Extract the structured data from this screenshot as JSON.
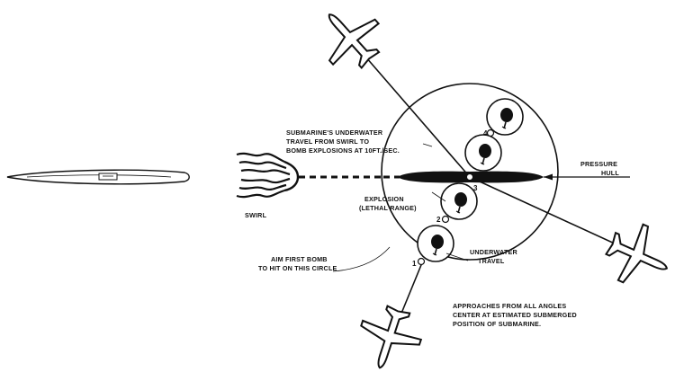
{
  "labels": {
    "travel_1": "SUBMARINE'S UNDERWATER",
    "travel_2": "TRAVEL FROM SWIRL TO",
    "travel_3": "BOMB EXPLOSIONS AT 10FT./SEC.",
    "pressure_1": "PRESSURE",
    "pressure_2": "HULL",
    "explosion_1": "EXPLOSION",
    "explosion_2": "(LETHAL RANGE)",
    "swirl": "SWIRL",
    "aim_1": "AIM FIRST BOMB",
    "aim_2": "TO HIT ON THIS CIRCLE",
    "underwater_1": "UNDERWATER",
    "underwater_2": "TRAVEL",
    "approach_1": "APPROACHES FROM ALL ANGLES",
    "approach_2": "CENTER AT ESTIMATED SUBMERGED",
    "approach_3": "POSITION OF SUBMARINE."
  },
  "bomb_numbers": [
    "1",
    "2",
    "3",
    "4"
  ],
  "colors": {
    "ink": "#111111",
    "background": "#ffffff"
  },
  "icons": [
    "submarine-icon",
    "swirl-icon",
    "airplane-icon",
    "bomb-icon"
  ]
}
